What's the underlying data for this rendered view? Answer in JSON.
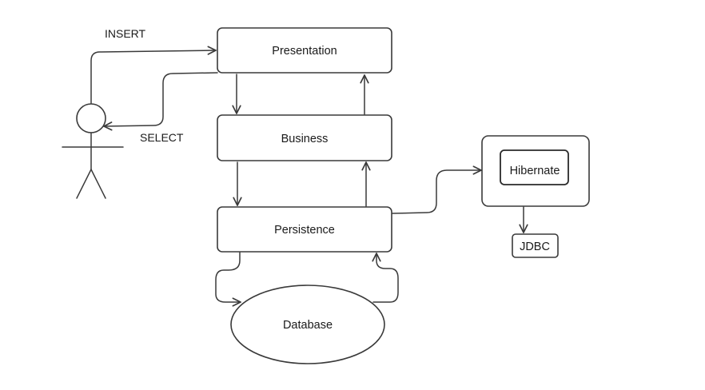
{
  "diagram": {
    "nodes": {
      "presentation": "Presentation",
      "business": "Business",
      "persistence": "Persistence",
      "database": "Database",
      "hibernate": "Hibernate",
      "jdbc": "JDBC"
    },
    "edges": {
      "insert": "INSERT",
      "select": "SELECT"
    }
  },
  "colors": {
    "stroke": "#3a3a3a",
    "text": "#1a1a1a",
    "background": "#ffffff"
  }
}
